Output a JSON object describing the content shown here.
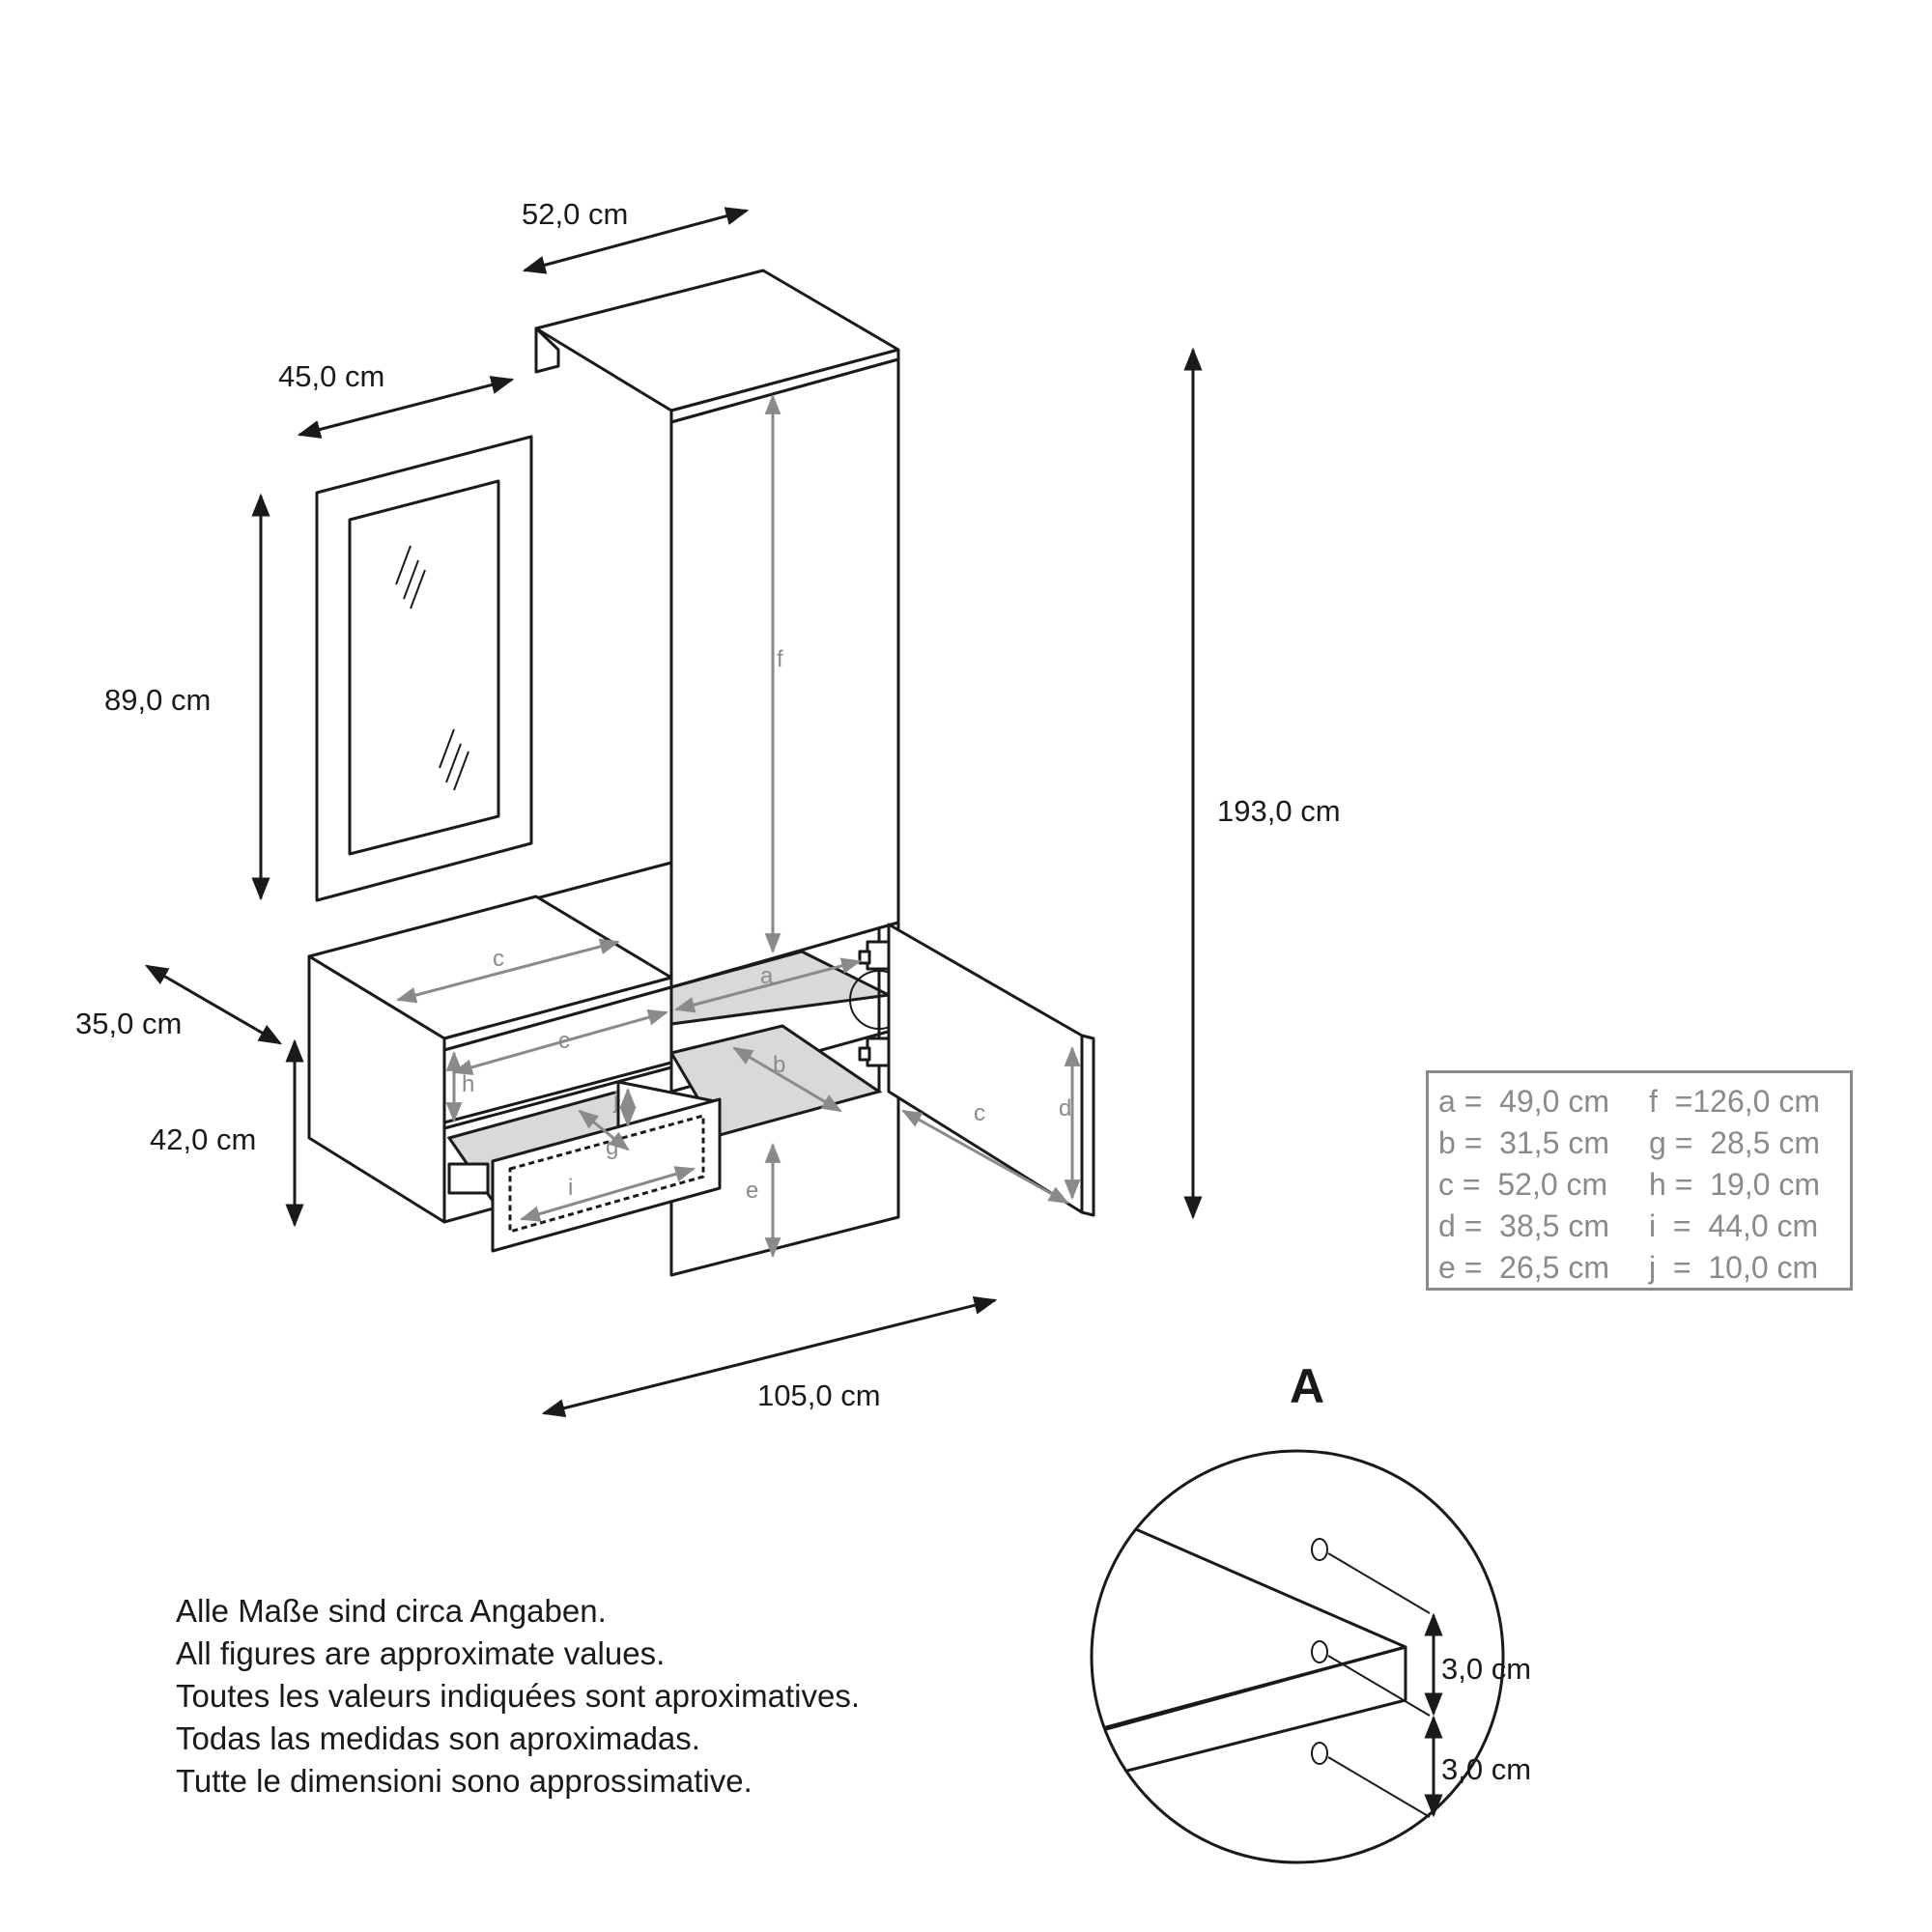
{
  "dimensions": {
    "top_depth": "52,0 cm",
    "mirror_width": "45,0 cm",
    "mirror_height": "89,0 cm",
    "total_height": "193,0 cm",
    "bench_depth": "35,0 cm",
    "bench_height": "42,0 cm",
    "total_width": "105,0 cm",
    "detail_spacing_upper": "3,0 cm",
    "detail_spacing_lower": "3,0 cm"
  },
  "part_labels": {
    "a": "a",
    "b": "b",
    "c_top": "c",
    "c_front": "c",
    "c_door": "c",
    "d": "d",
    "e": "e",
    "f": "f",
    "g": "g",
    "h": "h",
    "i": "i",
    "j": "j"
  },
  "detail": {
    "callout": "A",
    "title": "A"
  },
  "legend": {
    "rows": [
      {
        "left": "a =  49,0 cm",
        "right": "f  =126,0 cm"
      },
      {
        "left": "b =  31,5 cm",
        "right": "g =  28,5 cm"
      },
      {
        "left": "c =  52,0 cm",
        "right": "h =  19,0 cm"
      },
      {
        "left": "d =  38,5 cm",
        "right": "i  =  44,0 cm"
      },
      {
        "left": "e =  26,5 cm",
        "right": "j  =  10,0 cm"
      }
    ]
  },
  "notes": [
    "Alle Maße sind circa Angaben.",
    "All figures are approximate values.",
    "Toutes les valeurs indiquées sont aproximatives.",
    "Todas las medidas son aproximadas.",
    "Tutte le dimensioni sono approssimative."
  ],
  "colors": {
    "line": "#1a1a1a",
    "label_gray": "#8a8a8a",
    "shelf_fill": "#d9d9d9"
  }
}
